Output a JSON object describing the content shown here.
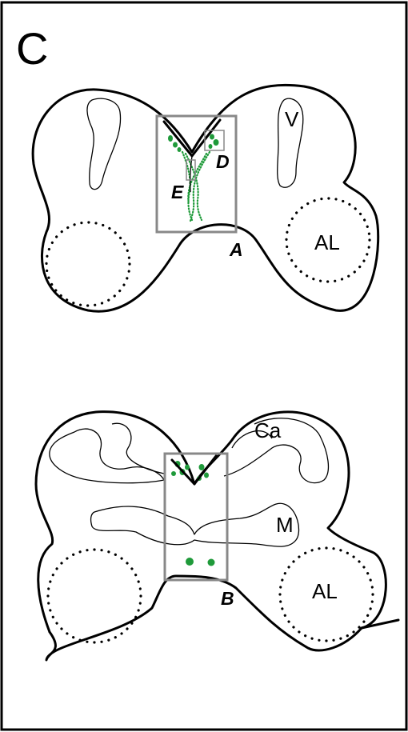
{
  "panel_label": "C",
  "top_section": {
    "regions": {
      "vertical_lobe": "V",
      "antennal_lobe": "AL"
    },
    "box_labels": {
      "main": "A",
      "inset_d": "D",
      "inset_e": "E"
    }
  },
  "bottom_section": {
    "regions": {
      "calyx": "Ca",
      "medial_lobe": "M",
      "antennal_lobe": "AL"
    },
    "box_labels": {
      "main": "B"
    }
  },
  "colors": {
    "label_box": "#888888",
    "neurons": "#1f9a3a",
    "outline": "#000000"
  }
}
